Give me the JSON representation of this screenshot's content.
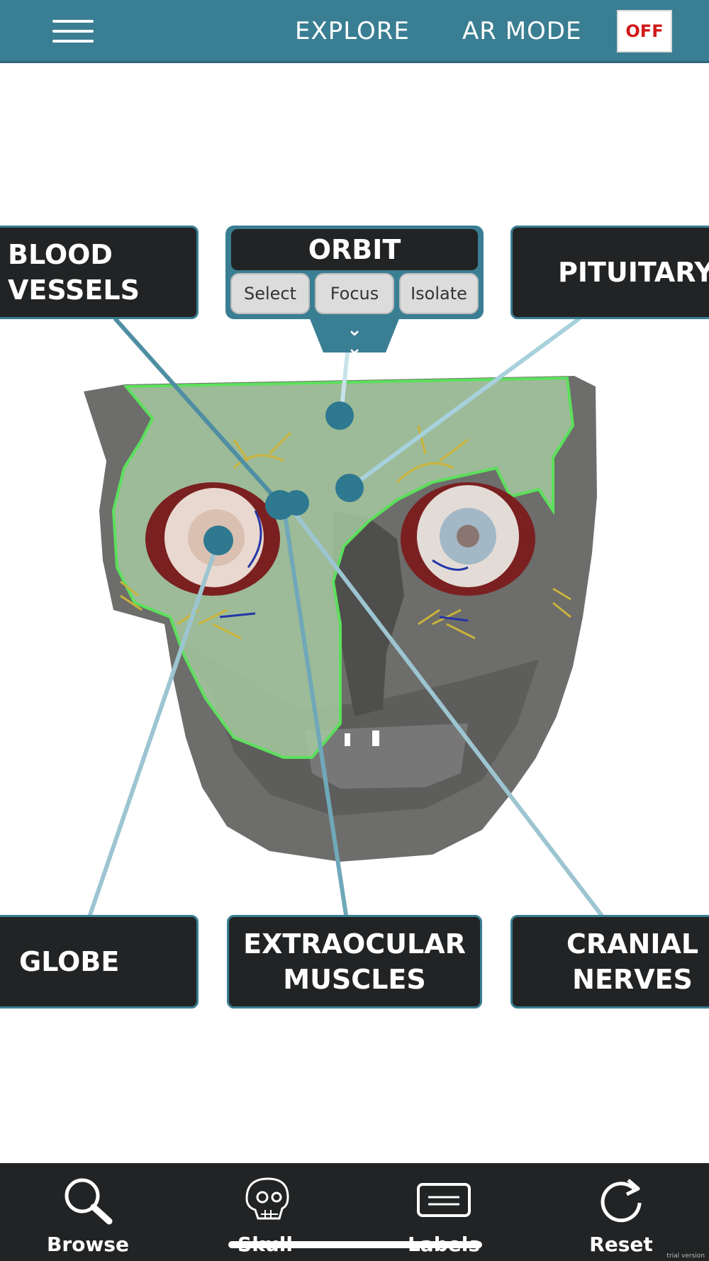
{
  "header": {
    "menu_icon": "hamburger-menu-icon",
    "explore_label": "EXPLORE",
    "ar_mode_label": "AR MODE",
    "ar_toggle_value": "OFF",
    "ar_toggle_color": "#d21a1a",
    "bar_color": "#3a7e93"
  },
  "labels": {
    "blood_vessels": "BLOOD\nVESSELS",
    "pituitary": "PITUITARY",
    "globe": "GLOBE",
    "extraocular_muscles": "EXTRAOCULAR\nMUSCLES",
    "cranial_nerves": "CRANIAL\nNERVES"
  },
  "orbit_panel": {
    "title": "ORBIT",
    "select_label": "Select",
    "focus_label": "Focus",
    "isolate_label": "Isolate",
    "expand_icon": "double-chevron-down-icon"
  },
  "toolbar": {
    "browse": {
      "label": "Browse",
      "icon": "magnifier-icon"
    },
    "skull": {
      "label": "Skull",
      "icon": "skull-icon"
    },
    "labels": {
      "label": "Labels",
      "icon": "label-icon"
    },
    "reset": {
      "label": "Reset",
      "icon": "reset-icon"
    }
  },
  "watermark": "trial version"
}
